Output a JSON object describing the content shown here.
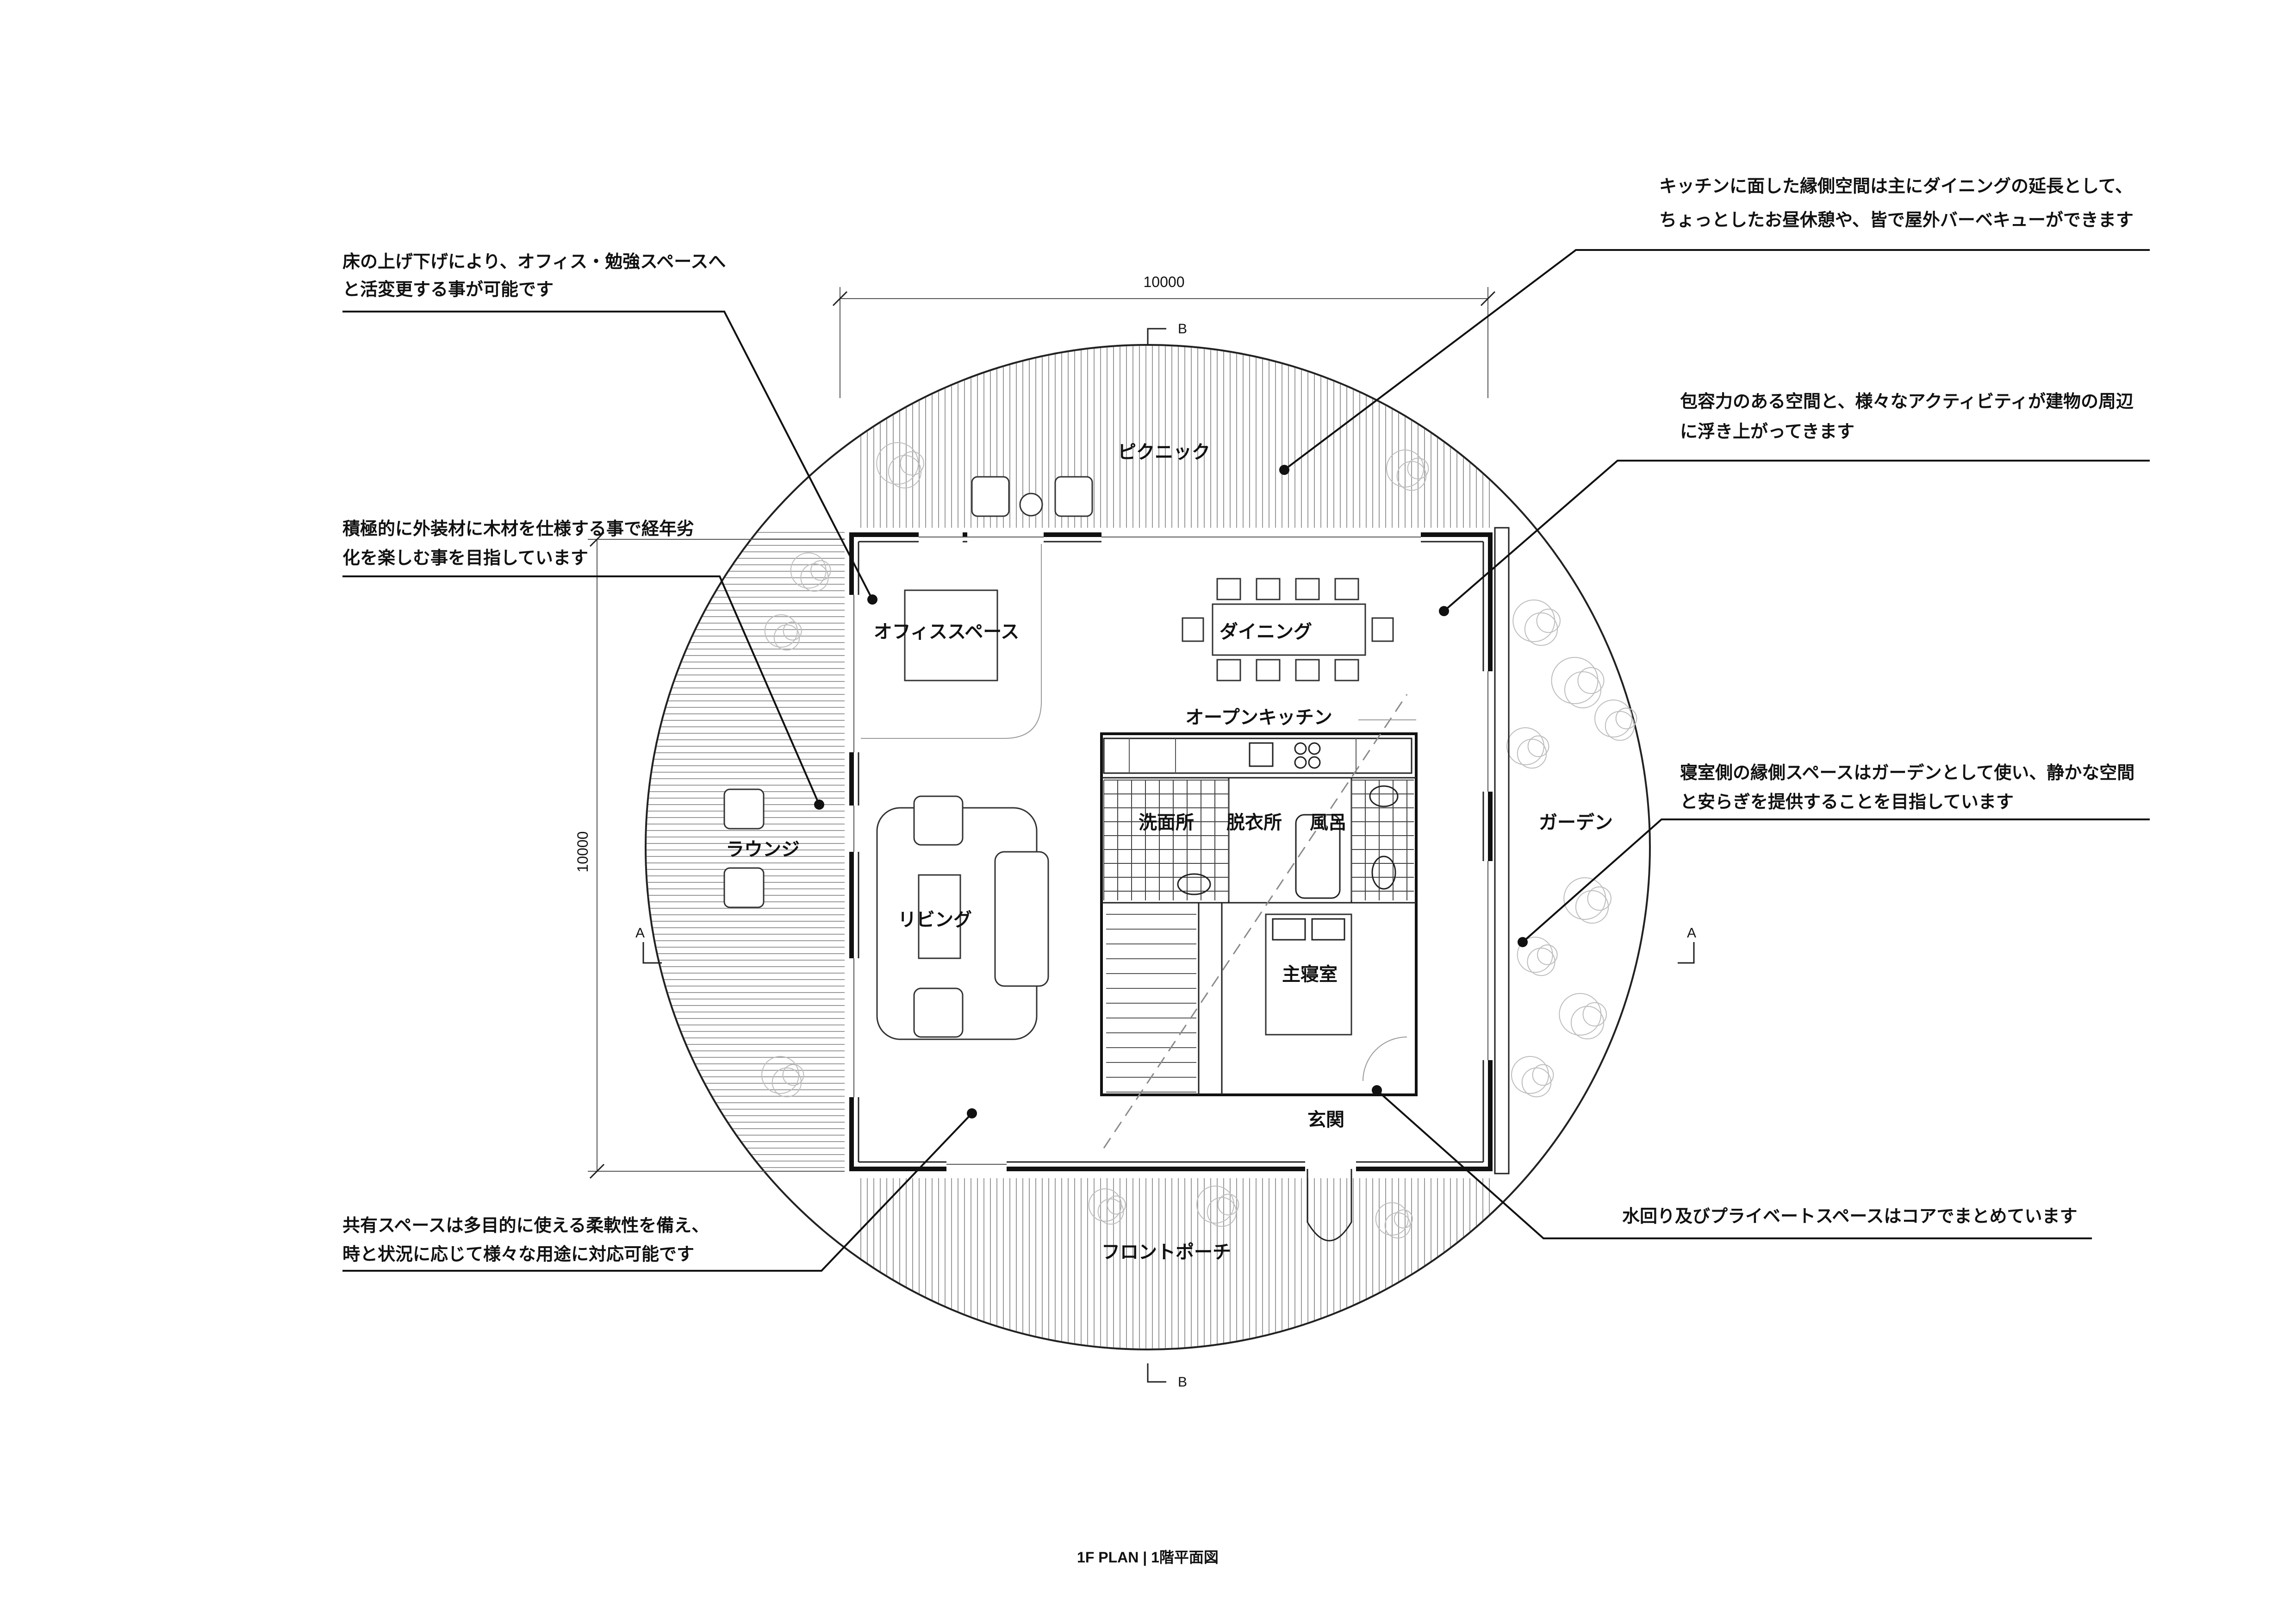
{
  "drawing": {
    "title": "1F PLAN | 1階平面図",
    "dimension_width": "10000",
    "dimension_height": "10000",
    "section_b": "B",
    "section_a": "A"
  },
  "rooms": {
    "picnic": "ピクニック",
    "office": "オフィススペース",
    "dining": "ダイニング",
    "kitchen": "オープンキッチン",
    "garden": "ガーデン",
    "lounge": "ラウンジ",
    "living": "リビング",
    "washroom": "洗面所",
    "dressing": "脱衣所",
    "bath": "風呂",
    "bedroom": "主寝室",
    "entrance": "玄関",
    "porch": "フロントポーチ"
  },
  "annotations": {
    "top_left": [
      "床の上げ下げにより、オフィス・勉強スペースへ",
      "と活変更する事が可能です"
    ],
    "mid_left": [
      "積極的に外装材に木材を仕様する事で経年劣",
      "化を楽しむ事を目指しています"
    ],
    "bottom_left": [
      "共有スペースは多目的に使える柔軟性を備え、",
      "時と状況に応じて様々な用途に対応可能です"
    ],
    "top_right": [
      "キッチンに面した縁側空間は主にダイニングの延長として、",
      "ちょっとしたお昼休憩や、皆で屋外バーベキューができます"
    ],
    "upper_right": [
      "包容力のある空間と、様々なアクティビティが建物の周辺",
      "に浮き上がってきます"
    ],
    "mid_right": [
      "寝室側の縁側スペースはガーデンとして使い、静かな空間",
      "と安らぎを提供することを目指しています"
    ],
    "bottom_right": [
      "水回り及びプライベートスペースはコアでまとめています"
    ]
  }
}
